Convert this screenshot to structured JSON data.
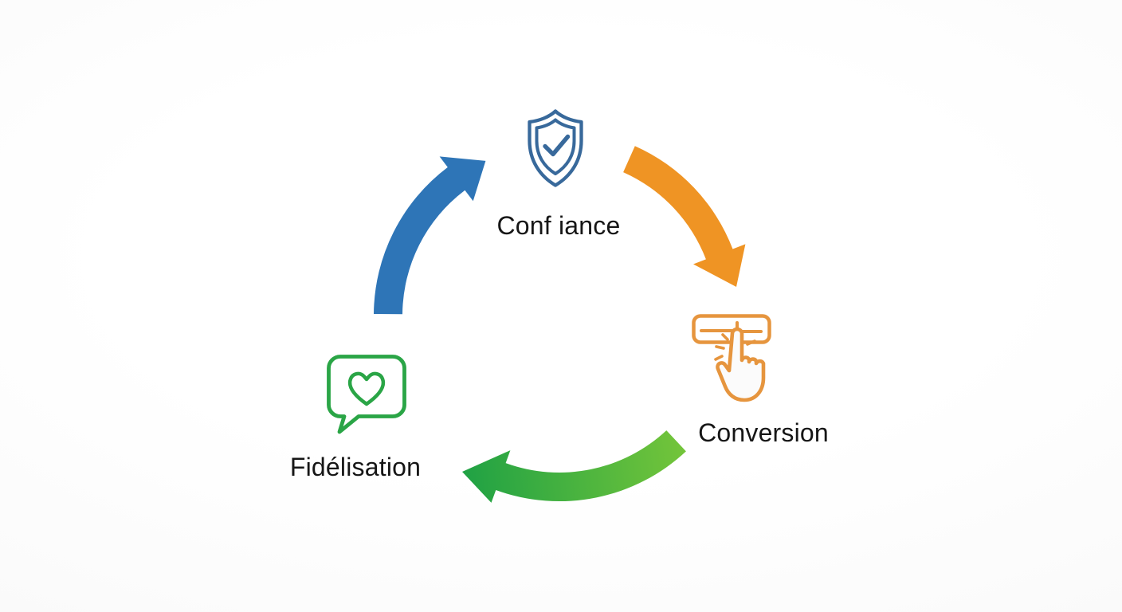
{
  "page": {
    "background_color": "#fafafa",
    "text_color": "#161616"
  },
  "diagram": {
    "type": "cycle",
    "steps": [
      {
        "id": "confiance",
        "label": "Conf iance",
        "icon": "shield-check-icon",
        "accent_color": "#38699b"
      },
      {
        "id": "conversion",
        "label": "Conversion",
        "icon": "button-click-icon",
        "accent_color": "#e6953e"
      },
      {
        "id": "fidelisation",
        "label": "Fidélisation",
        "icon": "chat-heart-icon",
        "accent_color": "#2aa546"
      }
    ],
    "arrows": [
      {
        "id": "confiance-to-conversion",
        "from": "Conf iance",
        "to": "Conversion",
        "color": "#ef9424"
      },
      {
        "id": "conversion-to-fidelisation",
        "from": "Conversion",
        "to": "Fidélisation",
        "gradient_start": "#74c53a",
        "gradient_end": "#21a244"
      },
      {
        "id": "fidelisation-to-confiance",
        "from": "Fidélisation",
        "to": "Conf iance",
        "color": "#2e75b7"
      }
    ]
  }
}
